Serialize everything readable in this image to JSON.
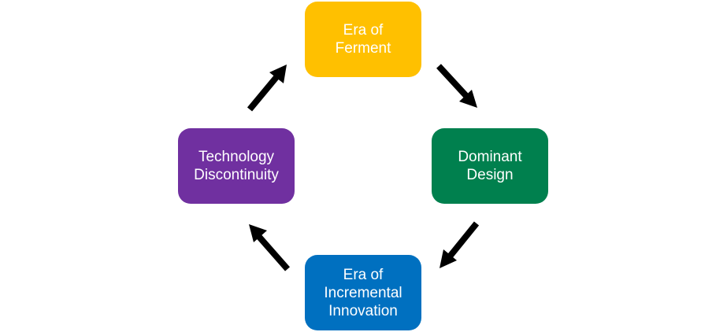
{
  "colors": {
    "era_of_ferment": "#FFC000",
    "dominant_design": "#00804E",
    "era_of_incremental_innovation": "#0070C0",
    "technology_discontinuity": "#7030A0",
    "arrow": "#000000",
    "text": "#FFFFFF"
  },
  "cycle": {
    "era_of_ferment": {
      "line1": "Era of",
      "line2": "Ferment"
    },
    "dominant_design": {
      "line1": "Dominant",
      "line2": "Design"
    },
    "era_of_incremental_innovation": {
      "line1": "Era of",
      "line2": "Incremental",
      "line3": "Innovation"
    },
    "technology_discontinuity": {
      "line1": "Technology",
      "line2": "Discontinuity"
    }
  }
}
